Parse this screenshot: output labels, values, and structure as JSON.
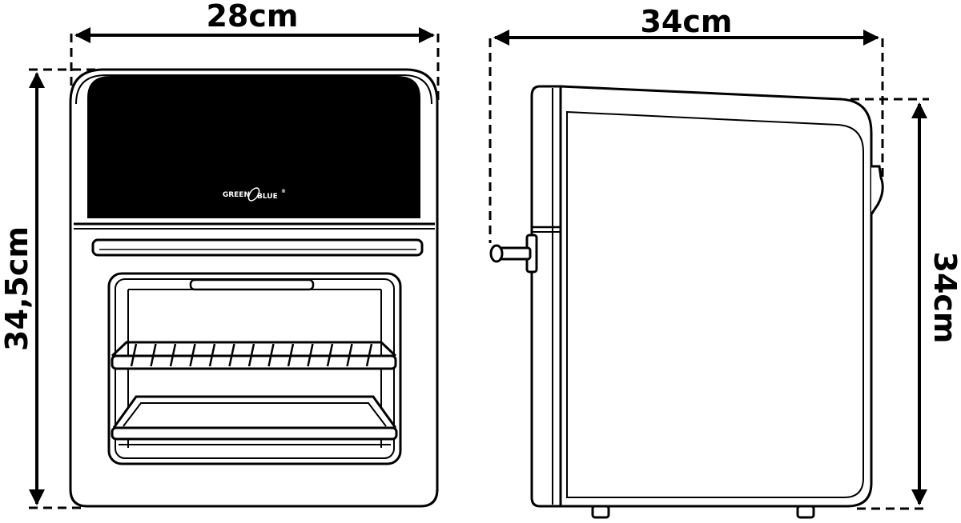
{
  "dimensions": {
    "front_width": "28cm",
    "front_height": "34,5cm",
    "side_depth": "34cm",
    "side_height": "34cm"
  },
  "brand": {
    "left": "GREEN",
    "right": "BLUE",
    "mark": "®"
  },
  "colors": {
    "line": "#000000",
    "background": "#ffffff",
    "panel": "#000000"
  }
}
